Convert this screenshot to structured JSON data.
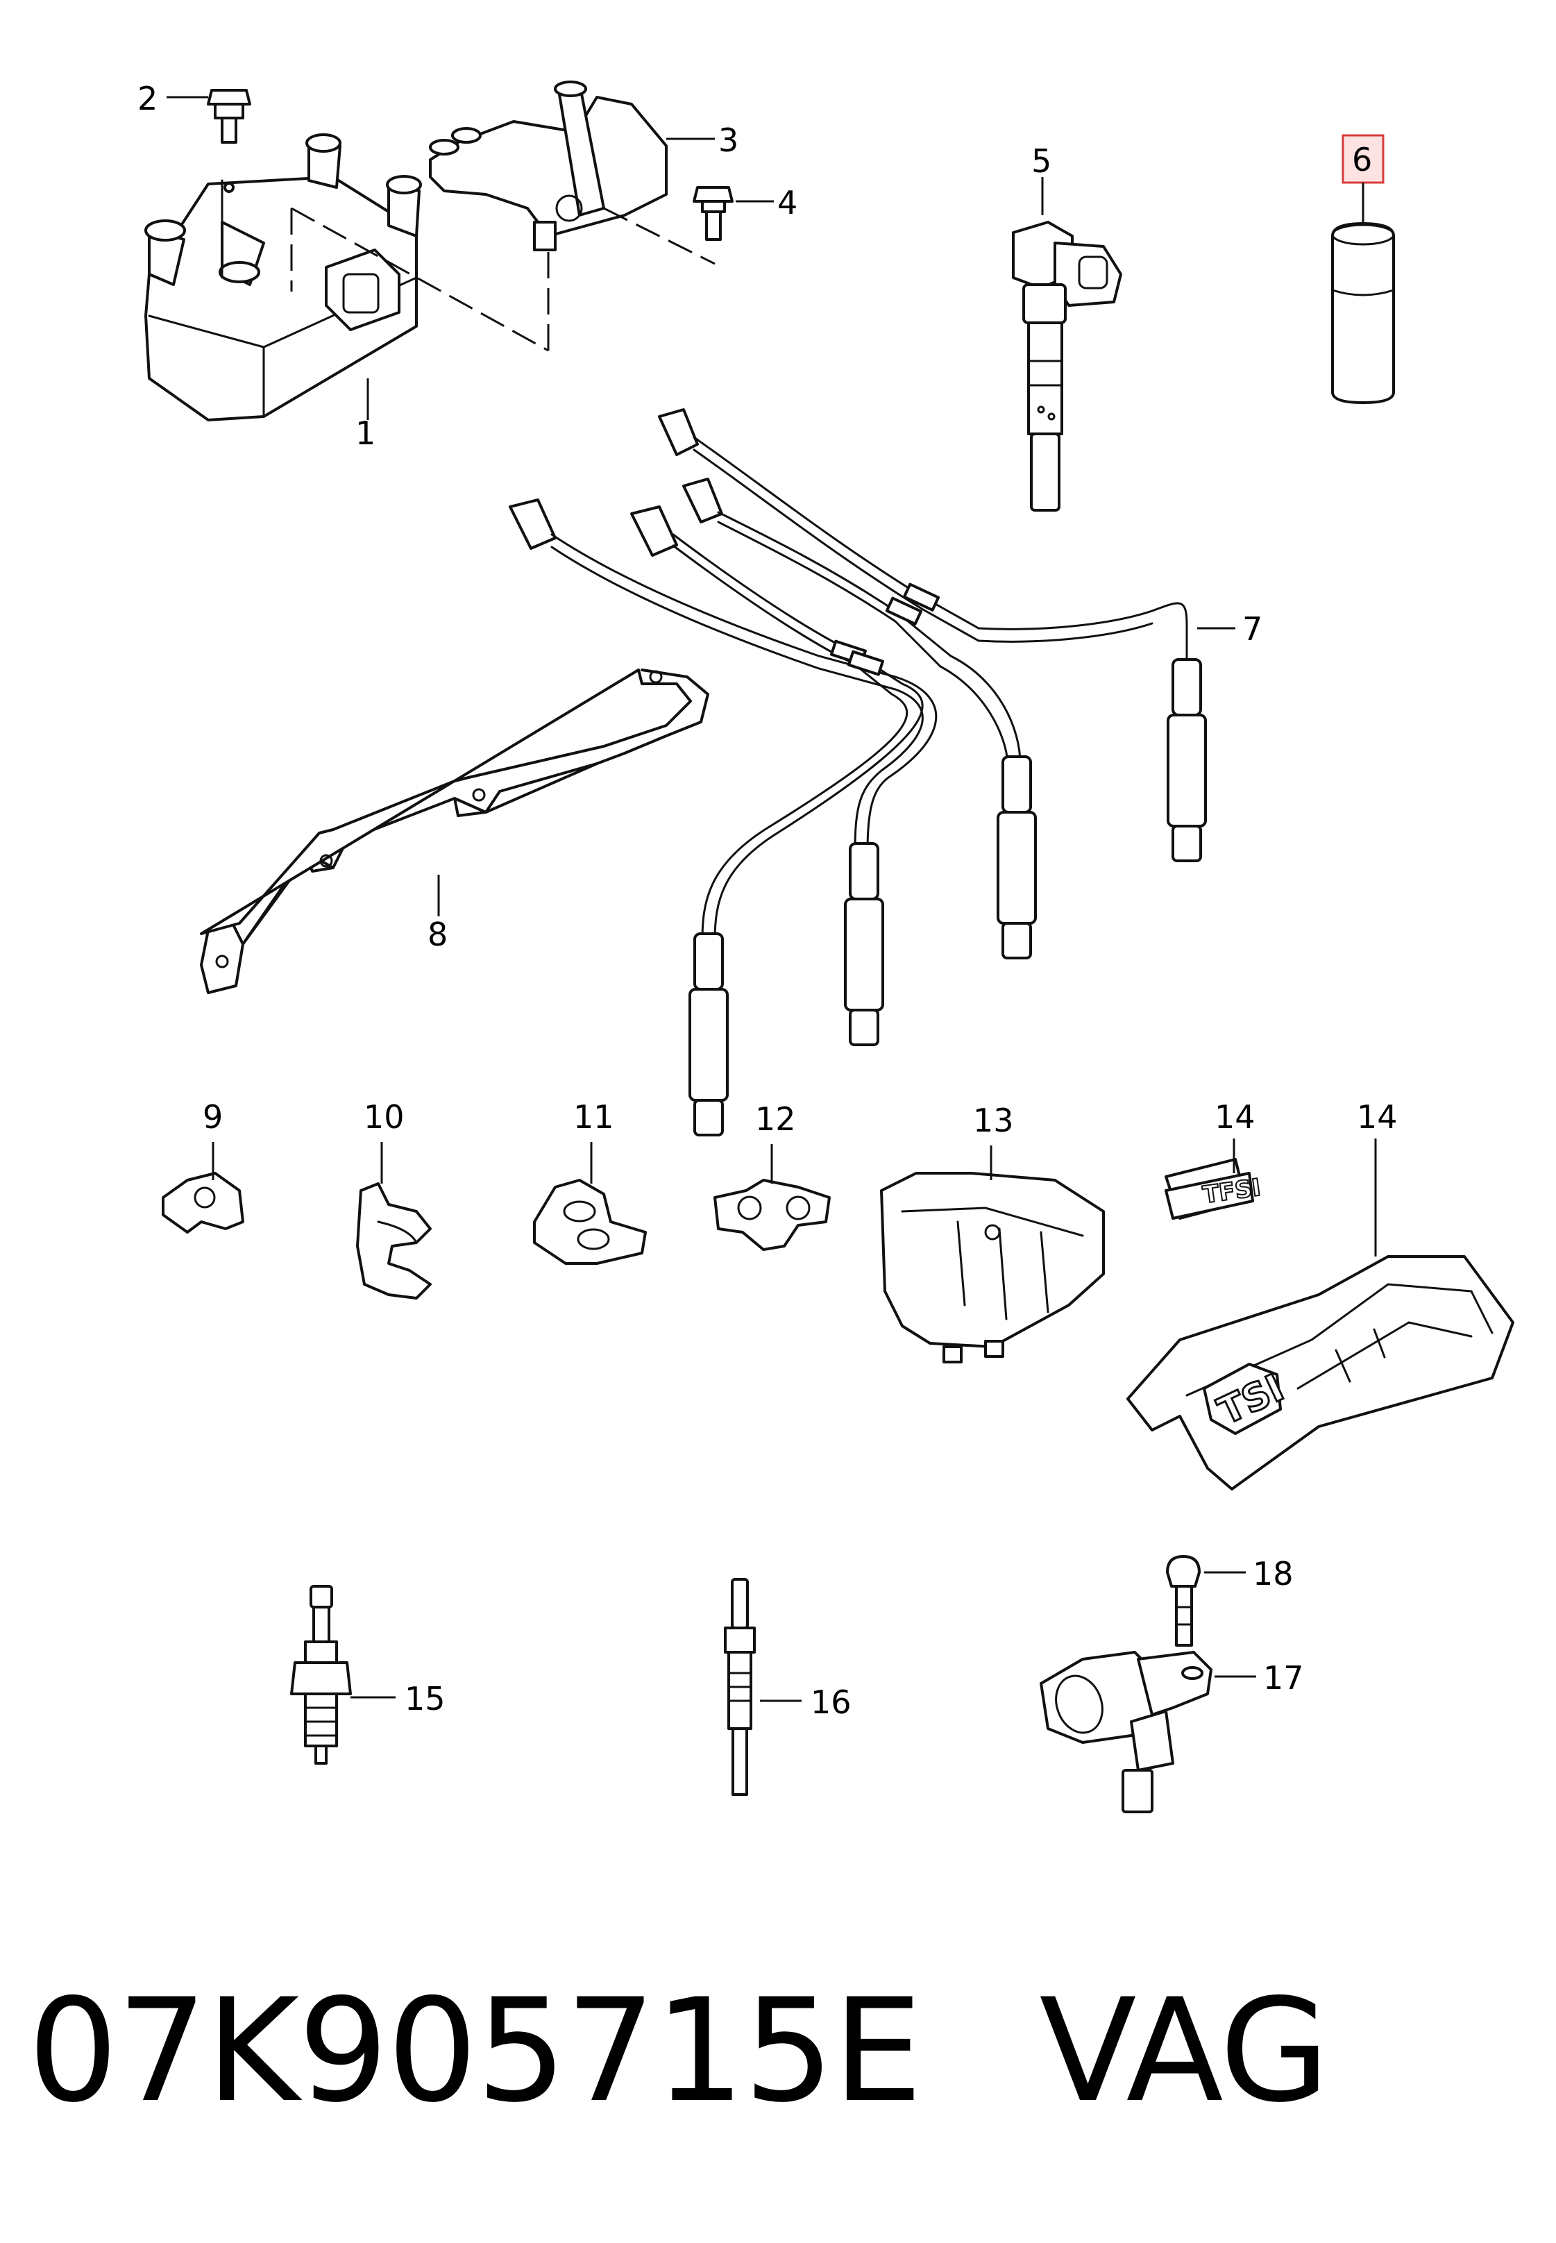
{
  "labels": {
    "p1": "1",
    "p2": "2",
    "p3": "3",
    "p4": "4",
    "p5": "5",
    "p6": "6",
    "p7": "7",
    "p8": "8",
    "p9": "9",
    "p10": "10",
    "p11": "11",
    "p12": "12",
    "p13": "13",
    "p14a": "14",
    "p14b": "14",
    "p15": "15",
    "p16": "16",
    "p17": "17",
    "p18": "18"
  },
  "cover_badge": "TSI",
  "small_badge": "TFSI",
  "caption": {
    "part_number": "07K905715E",
    "brand": "VAG"
  },
  "highlight_color": "#d93b3b"
}
